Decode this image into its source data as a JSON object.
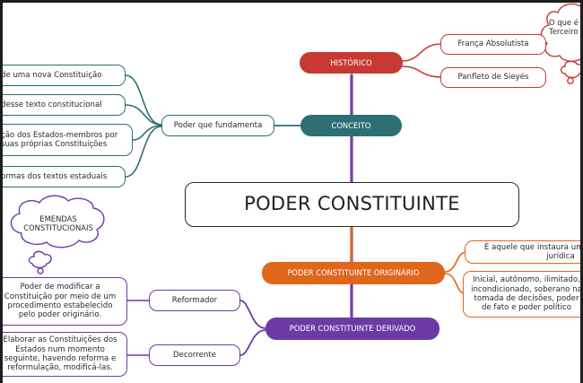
{
  "central": {
    "title": "PODER CONSTITUINTE"
  },
  "historico": {
    "label": "HISTÓRICO",
    "items": [
      "França Absolutista",
      "Panfleto de Sieyés"
    ],
    "thought": "O que é o Terceiro Estado?",
    "color": "#c63a33"
  },
  "conceito": {
    "label": "CONCEITO",
    "sub": "Poder que fundamenta",
    "items": [
      "de uma nova Constituição",
      "desse texto constitucional",
      "ção dos Estados-membros por suas próprias Constituições",
      "ormas dos textos estaduais"
    ],
    "color": "#2e6f73"
  },
  "originario": {
    "label": "PODER CONSTITUINTE ORIGINÁRIO",
    "items": [
      "É aquele que instaura uma nova ordem jurídica",
      "Inicial, autônomo, ilimitado, incondicionado, soberano na tomada de decisões, poder de fato e poder político"
    ],
    "color": "#e0661c"
  },
  "derivado": {
    "label": "PODER CONSTITUINTE DERIVADO",
    "thought": "EMENDAS CONSTITUCIONAIS",
    "reformador": {
      "label": "Reformador",
      "text": "Poder de modificar a Constituição por meio de um procedimento estabelecido pelo poder originário."
    },
    "decorrente": {
      "label": "Decorrente",
      "text": "Elaborar as Constituições dos Estados num momento seguinte, havendo reforma e reformulação, modificá-las."
    },
    "color": "#6c3aa5"
  }
}
